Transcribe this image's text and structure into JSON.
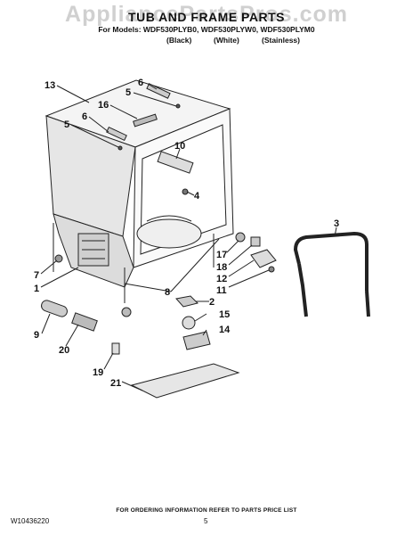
{
  "watermark": "AppliancePartsPros.com",
  "header": {
    "title": "TUB AND FRAME PARTS",
    "models": "For Models: WDF530PLYB0, WDF530PLYW0, WDF530PLYM0",
    "colors": [
      "(Black)",
      "(White)",
      "(Stainless)"
    ]
  },
  "callouts": [
    "13",
    "6",
    "5",
    "16",
    "6",
    "5",
    "10",
    "4",
    "3",
    "17",
    "18",
    "12",
    "11",
    "7",
    "1",
    "8",
    "2",
    "9",
    "20",
    "15",
    "14",
    "19",
    "21"
  ],
  "footer": {
    "code": "W10436220",
    "note": "FOR ORDERING INFORMATION REFER TO PARTS PRICE LIST",
    "page": "5"
  }
}
